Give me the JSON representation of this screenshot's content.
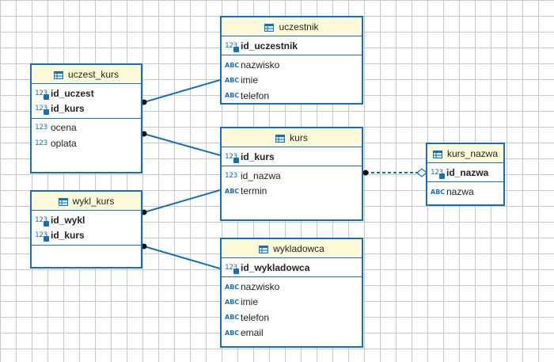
{
  "colors": {
    "border": "#1a6fad",
    "header_bg": "#fdfbd9",
    "line": "#1a6fad"
  },
  "entities": {
    "uczestnik": {
      "title": "uczestnik",
      "keys": [
        {
          "name": "id_uczestnik",
          "type_icon": "numeric-key-icon",
          "type_label": "123"
        }
      ],
      "attributes": [
        {
          "name": "nazwisko",
          "type_icon": "text-type-icon",
          "type_label": "ABC"
        },
        {
          "name": "imie",
          "type_icon": "text-type-icon",
          "type_label": "ABC"
        },
        {
          "name": "telefon",
          "type_icon": "text-type-icon",
          "type_label": "ABC"
        }
      ]
    },
    "uczest_kurs": {
      "title": "uczest_kurs",
      "keys": [
        {
          "name": "id_uczest",
          "type_icon": "numeric-key-icon",
          "type_label": "123"
        },
        {
          "name": "id_kurs",
          "type_icon": "numeric-key-icon",
          "type_label": "123"
        }
      ],
      "attributes": [
        {
          "name": "ocena",
          "type_icon": "numeric-type-icon",
          "type_label": "123"
        },
        {
          "name": "oplata",
          "type_icon": "numeric-type-icon",
          "type_label": "123"
        }
      ]
    },
    "kurs": {
      "title": "kurs",
      "keys": [
        {
          "name": "id_kurs",
          "type_icon": "numeric-key-icon",
          "type_label": "123"
        }
      ],
      "attributes": [
        {
          "name": "id_nazwa",
          "type_icon": "numeric-type-icon",
          "type_label": "123"
        },
        {
          "name": "termin",
          "type_icon": "text-type-icon",
          "type_label": "ABC"
        }
      ]
    },
    "kurs_nazwa": {
      "title": "kurs_nazwa",
      "keys": [
        {
          "name": "id_nazwa",
          "type_icon": "numeric-key-icon",
          "type_label": "123"
        }
      ],
      "attributes": [
        {
          "name": "nazwa",
          "type_icon": "text-type-icon",
          "type_label": "ABC"
        }
      ]
    },
    "wykl_kurs": {
      "title": "wykl_kurs",
      "keys": [
        {
          "name": "id_wykl",
          "type_icon": "numeric-key-icon",
          "type_label": "123"
        },
        {
          "name": "id_kurs",
          "type_icon": "numeric-key-icon",
          "type_label": "123"
        }
      ],
      "attributes": []
    },
    "wykladowca": {
      "title": "wykladowca",
      "keys": [
        {
          "name": "id_wykladowca",
          "type_icon": "numeric-key-icon",
          "type_label": "123"
        }
      ],
      "attributes": [
        {
          "name": "nazwisko",
          "type_icon": "text-type-icon",
          "type_label": "ABC"
        },
        {
          "name": "imie",
          "type_icon": "text-type-icon",
          "type_label": "ABC"
        },
        {
          "name": "telefon",
          "type_icon": "text-type-icon",
          "type_label": "ABC"
        },
        {
          "name": "email",
          "type_icon": "text-type-icon",
          "type_label": "ABC"
        }
      ]
    }
  },
  "relationships": [
    {
      "from": "uczest_kurs",
      "to": "uczestnik",
      "style": "solid",
      "from_end": "dot",
      "to_end": "none"
    },
    {
      "from": "uczest_kurs",
      "to": "kurs",
      "style": "solid",
      "from_end": "dot",
      "to_end": "none"
    },
    {
      "from": "wykl_kurs",
      "to": "kurs",
      "style": "solid",
      "from_end": "dot",
      "to_end": "none"
    },
    {
      "from": "wykl_kurs",
      "to": "wykladowca",
      "style": "solid",
      "from_end": "dot",
      "to_end": "none"
    },
    {
      "from": "kurs",
      "to": "kurs_nazwa",
      "style": "dashed",
      "from_end": "dot",
      "to_end": "diamond"
    }
  ]
}
